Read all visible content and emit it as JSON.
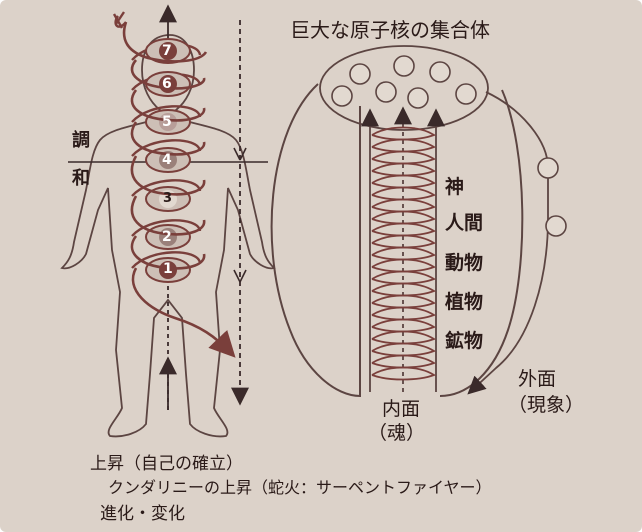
{
  "left_figure": {
    "chakra_labels": [
      "7",
      "6",
      "5",
      "4",
      "3",
      "2",
      "1"
    ],
    "harmony_label_line1": "調",
    "harmony_label_line2": "和"
  },
  "right_figure": {
    "top_label": "巨大な原子核の集合体",
    "levels": [
      "神",
      "人間",
      "動物",
      "植物",
      "鉱物"
    ],
    "inner_label_line1": "内面",
    "inner_label_line2": "（魂）",
    "outer_label_line1": "外面",
    "outer_label_line2": "（現象）"
  },
  "captions": [
    "上昇（自己の確立）",
    "クンダリニーの上昇（蛇火：サーペントファイヤー）",
    "進化・変化"
  ],
  "colors": {
    "background": "#dcd2c9",
    "line": "#6e4a43",
    "accent": "#7a3f3b",
    "text": "#2a1a18"
  }
}
